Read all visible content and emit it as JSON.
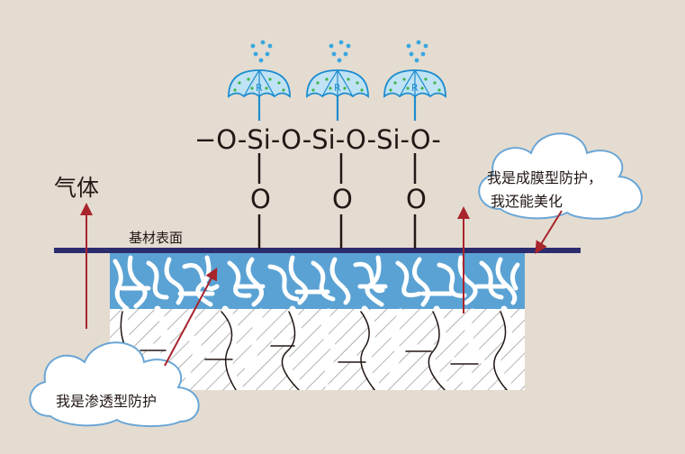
{
  "labels": {
    "gas": "气体",
    "substrate_surface": "基材表面",
    "film_line1": "我是成膜型防护，",
    "film_line2": "我还能美化",
    "penetration": "我是渗透型防护"
  },
  "chain": {
    "text": "−O-Si-O-Si-O-Si-O-",
    "oxygen": [
      "O",
      "O",
      "O"
    ]
  },
  "umbrella": {
    "mark": "R"
  },
  "colors": {
    "background": "#e4dcd0",
    "surface_line": "#2b2c6e",
    "arrow": "#a8242c",
    "water_blue": "#5aa2d4",
    "umbrella_blue": "#39a7df",
    "cloud_stroke": "#6aa6d6"
  }
}
